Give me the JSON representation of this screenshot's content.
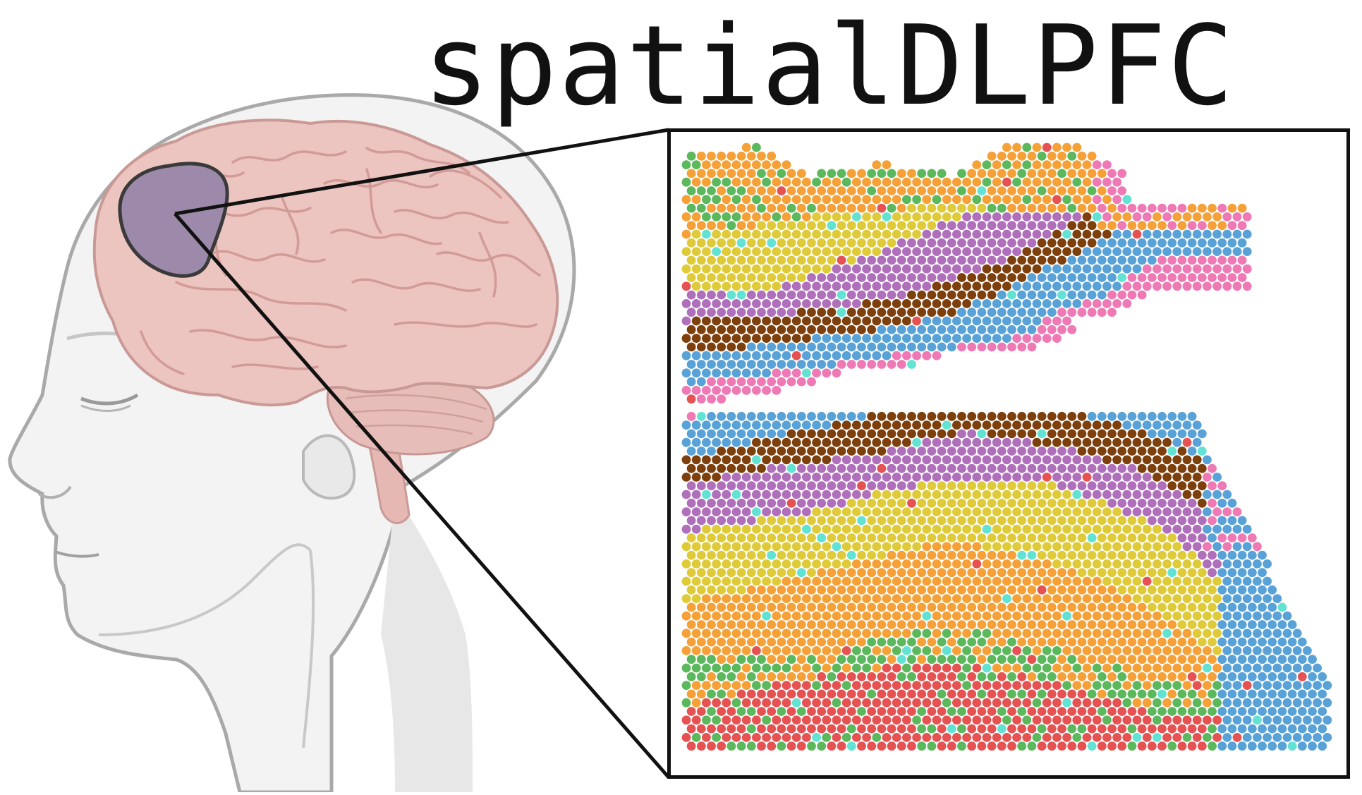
{
  "title": "spatialDLPFC",
  "illustration": {
    "subject": "head-profile-with-brain",
    "highlight_region": "dorsolateral-prefrontal-cortex",
    "colors": {
      "skin": "#f2f2f2",
      "skin_outline": "#a8a8a8",
      "brain": "#ecc4c0",
      "brain_folds": "#d59f9b",
      "highlight": "#9d8aab",
      "outline": "#111111"
    }
  },
  "spot_map": {
    "palette": {
      "orange": "#f6a038",
      "green": "#5cb85c",
      "yellow": "#dfcb3a",
      "purple": "#b06fba",
      "brown": "#7d3f0c",
      "blue": "#58a2d8",
      "pink": "#ee79b4",
      "red": "#e65252",
      "cyan": "#62e2d2"
    }
  }
}
